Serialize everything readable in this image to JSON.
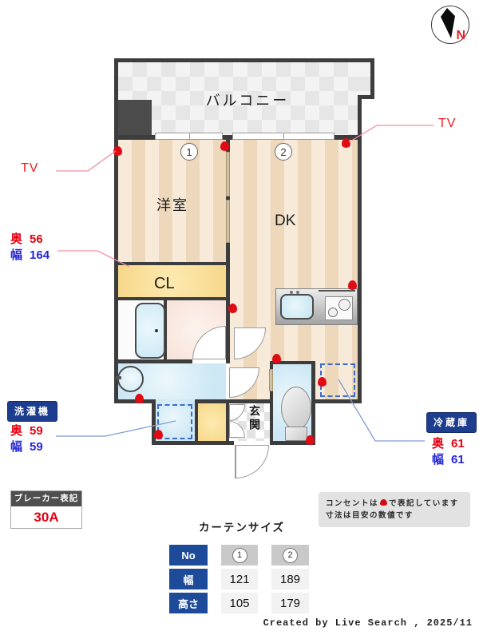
{
  "compass": {
    "north": "N"
  },
  "plan": {
    "balcony": "バルコニー",
    "western_room": "洋室",
    "dk": "DK",
    "closet": "CL",
    "entrance": "玄関",
    "window1": "1",
    "window2": "2",
    "tv_left": "TV",
    "tv_right": "TV"
  },
  "closet_dims": {
    "depth_label": "奥",
    "depth_value": "56",
    "width_label": "幅",
    "width_value": "164"
  },
  "washer": {
    "title": "洗濯機",
    "depth_label": "奥",
    "depth_value": "59",
    "width_label": "幅",
    "width_value": "59"
  },
  "fridge": {
    "title": "冷蔵庫",
    "depth_label": "奥",
    "depth_value": "61",
    "width_label": "幅",
    "width_value": "61"
  },
  "breaker": {
    "title": "ブレーカー表記",
    "value": "30A"
  },
  "curtain": {
    "title": "カーテンサイズ",
    "no_label": "No",
    "width_label": "幅",
    "height_label": "高さ",
    "col1": "1",
    "col2": "2",
    "width1": "121",
    "width2": "189",
    "height1": "105",
    "height2": "179"
  },
  "notes": {
    "line1_before": "コンセントは",
    "line1_after": "で表記しています",
    "line2": "寸法は目安の数値です"
  },
  "credit": "Created by Live Search , 2025/11",
  "colors": {
    "accent_red": "#e60012",
    "accent_blue": "#2525d8",
    "badge_navy": "#1d3e8e",
    "table_blue": "#1e4b99",
    "marker_red": "#e00b15",
    "leader_pink": "#f28fa0",
    "leader_blue": "#7f9bd1",
    "dashed_blue": "#3a6cd0",
    "wall": "#3d3d3d"
  }
}
